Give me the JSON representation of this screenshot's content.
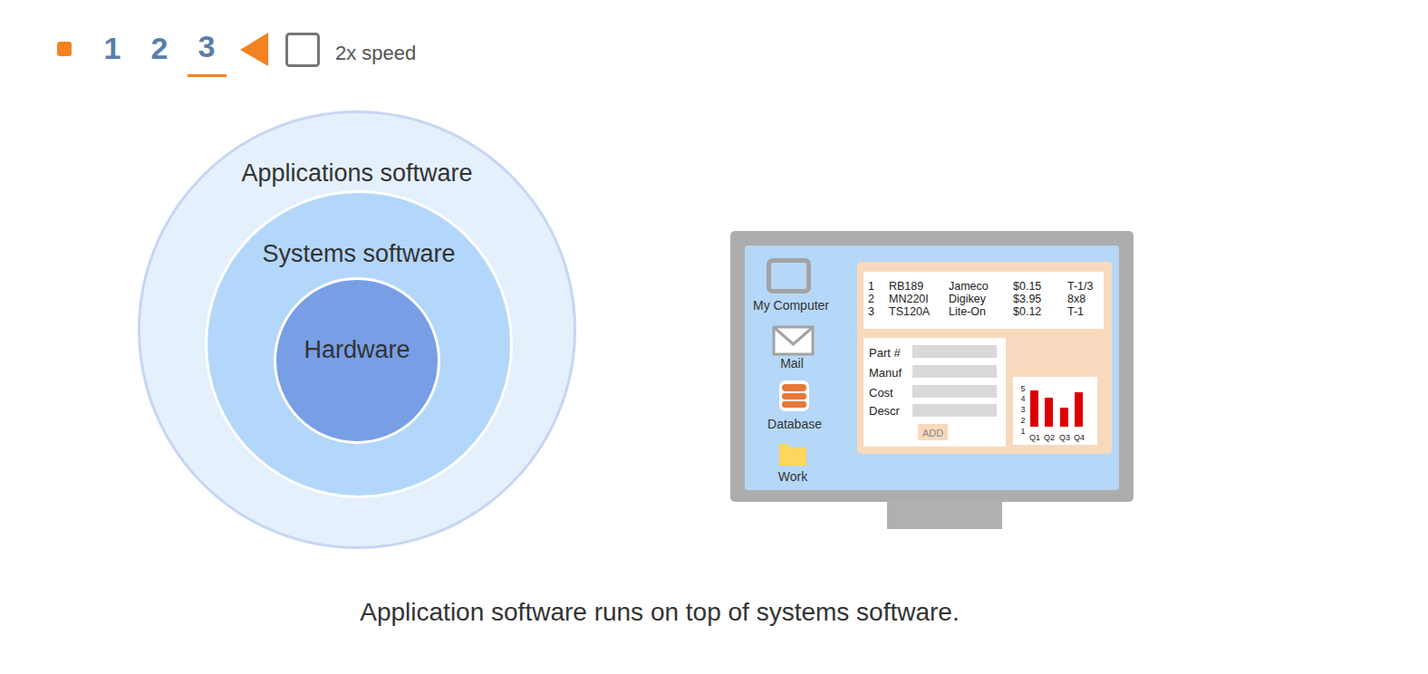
{
  "diagram": {
    "caption": "Application software runs on top of systems software.",
    "nodes": [
      {
        "text": [
          "Applications software"
        ]
      },
      {
        "text": [
          "Systems software"
        ],
        "in": 0
      },
      {
        "text": [
          "Hardware"
        ],
        "in": 1
      }
    ],
    "labels": [
      "1",
      "2",
      "3",
      "2x speed",
      "My Computer",
      "Mail",
      "Database",
      "Work",
      "1",
      "RB189",
      "Jameco",
      "$0.15",
      "T-1/3",
      "2",
      "MN220I",
      "Digikey",
      "$3.95",
      "8x8",
      "3",
      "TS120A",
      "Lite-On",
      "$0.12",
      "T-1",
      "Part #",
      "Manuf",
      "Cost",
      "Descr",
      "ADD",
      "5",
      "4",
      "3",
      "2",
      "1",
      "Q1",
      "Q2",
      "Q3",
      "Q4"
    ]
  }
}
